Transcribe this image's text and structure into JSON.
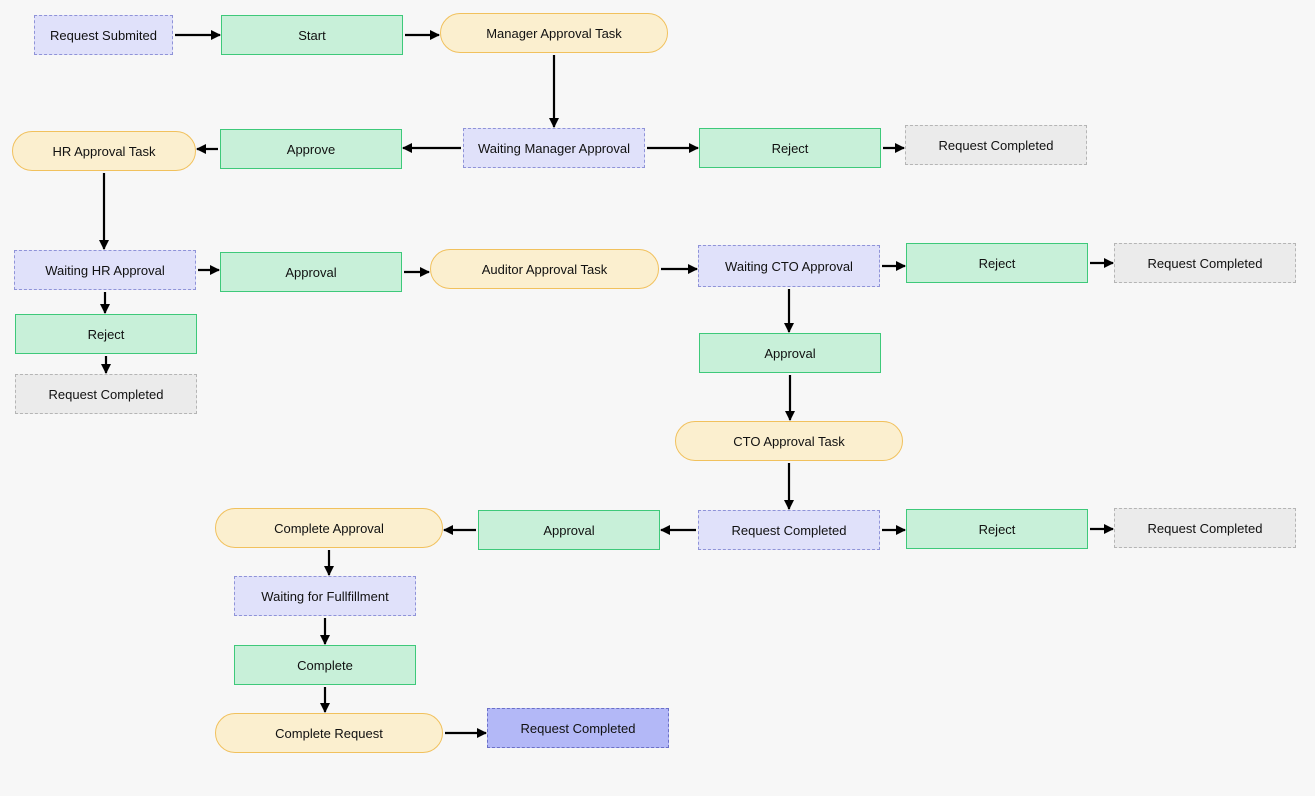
{
  "diagram": {
    "nodes": [
      {
        "id": "n1",
        "label": "Request Submited",
        "kind": "state"
      },
      {
        "id": "n2",
        "label": "Start",
        "kind": "action"
      },
      {
        "id": "n3",
        "label": "Manager Approval Task",
        "kind": "task"
      },
      {
        "id": "n4",
        "label": "Waiting Manager Approval",
        "kind": "state"
      },
      {
        "id": "n5",
        "label": "Approve",
        "kind": "action"
      },
      {
        "id": "n6",
        "label": "Reject",
        "kind": "action"
      },
      {
        "id": "n7",
        "label": "Request Completed",
        "kind": "done"
      },
      {
        "id": "n8",
        "label": "HR Approval Task",
        "kind": "task"
      },
      {
        "id": "n9",
        "label": "Waiting HR Approval",
        "kind": "state"
      },
      {
        "id": "n10",
        "label": "Approval",
        "kind": "action"
      },
      {
        "id": "n11",
        "label": "Auditor Approval Task",
        "kind": "task"
      },
      {
        "id": "n12",
        "label": "Waiting CTO Approval",
        "kind": "state"
      },
      {
        "id": "n13",
        "label": "Reject",
        "kind": "action"
      },
      {
        "id": "n14",
        "label": "Request Completed",
        "kind": "done"
      },
      {
        "id": "n15",
        "label": "Reject",
        "kind": "action"
      },
      {
        "id": "n16",
        "label": "Request Completed",
        "kind": "done"
      },
      {
        "id": "n17",
        "label": "Approval",
        "kind": "action"
      },
      {
        "id": "n18",
        "label": "CTO Approval Task",
        "kind": "task"
      },
      {
        "id": "n19",
        "label": "Request Completed",
        "kind": "state"
      },
      {
        "id": "n20",
        "label": "Approval",
        "kind": "action"
      },
      {
        "id": "n21",
        "label": "Reject",
        "kind": "action"
      },
      {
        "id": "n22",
        "label": "Request Completed",
        "kind": "done"
      },
      {
        "id": "n23",
        "label": "Complete Approval",
        "kind": "task"
      },
      {
        "id": "n24",
        "label": "Waiting for Fullfillment",
        "kind": "state"
      },
      {
        "id": "n25",
        "label": "Complete",
        "kind": "action"
      },
      {
        "id": "n26",
        "label": "Complete Request",
        "kind": "task"
      },
      {
        "id": "n27",
        "label": "Request Completed",
        "kind": "final"
      }
    ],
    "edges": [
      [
        "n1",
        "n2"
      ],
      [
        "n2",
        "n3"
      ],
      [
        "n3",
        "n4"
      ],
      [
        "n4",
        "n5"
      ],
      [
        "n4",
        "n6"
      ],
      [
        "n6",
        "n7"
      ],
      [
        "n5",
        "n8"
      ],
      [
        "n8",
        "n9"
      ],
      [
        "n9",
        "n10"
      ],
      [
        "n9",
        "n15"
      ],
      [
        "n15",
        "n16"
      ],
      [
        "n10",
        "n11"
      ],
      [
        "n11",
        "n12"
      ],
      [
        "n12",
        "n13"
      ],
      [
        "n13",
        "n14"
      ],
      [
        "n12",
        "n17"
      ],
      [
        "n17",
        "n18"
      ],
      [
        "n18",
        "n19"
      ],
      [
        "n19",
        "n20"
      ],
      [
        "n19",
        "n21"
      ],
      [
        "n21",
        "n22"
      ],
      [
        "n20",
        "n23"
      ],
      [
        "n23",
        "n24"
      ],
      [
        "n24",
        "n25"
      ],
      [
        "n25",
        "n26"
      ],
      [
        "n26",
        "n27"
      ]
    ],
    "colors": {
      "state": "#e0e1fa",
      "action": "#c8f0d9",
      "task": "#fbefcf",
      "done": "#ebebeb",
      "final": "#b3b8f7",
      "arrow": "#000000"
    }
  }
}
